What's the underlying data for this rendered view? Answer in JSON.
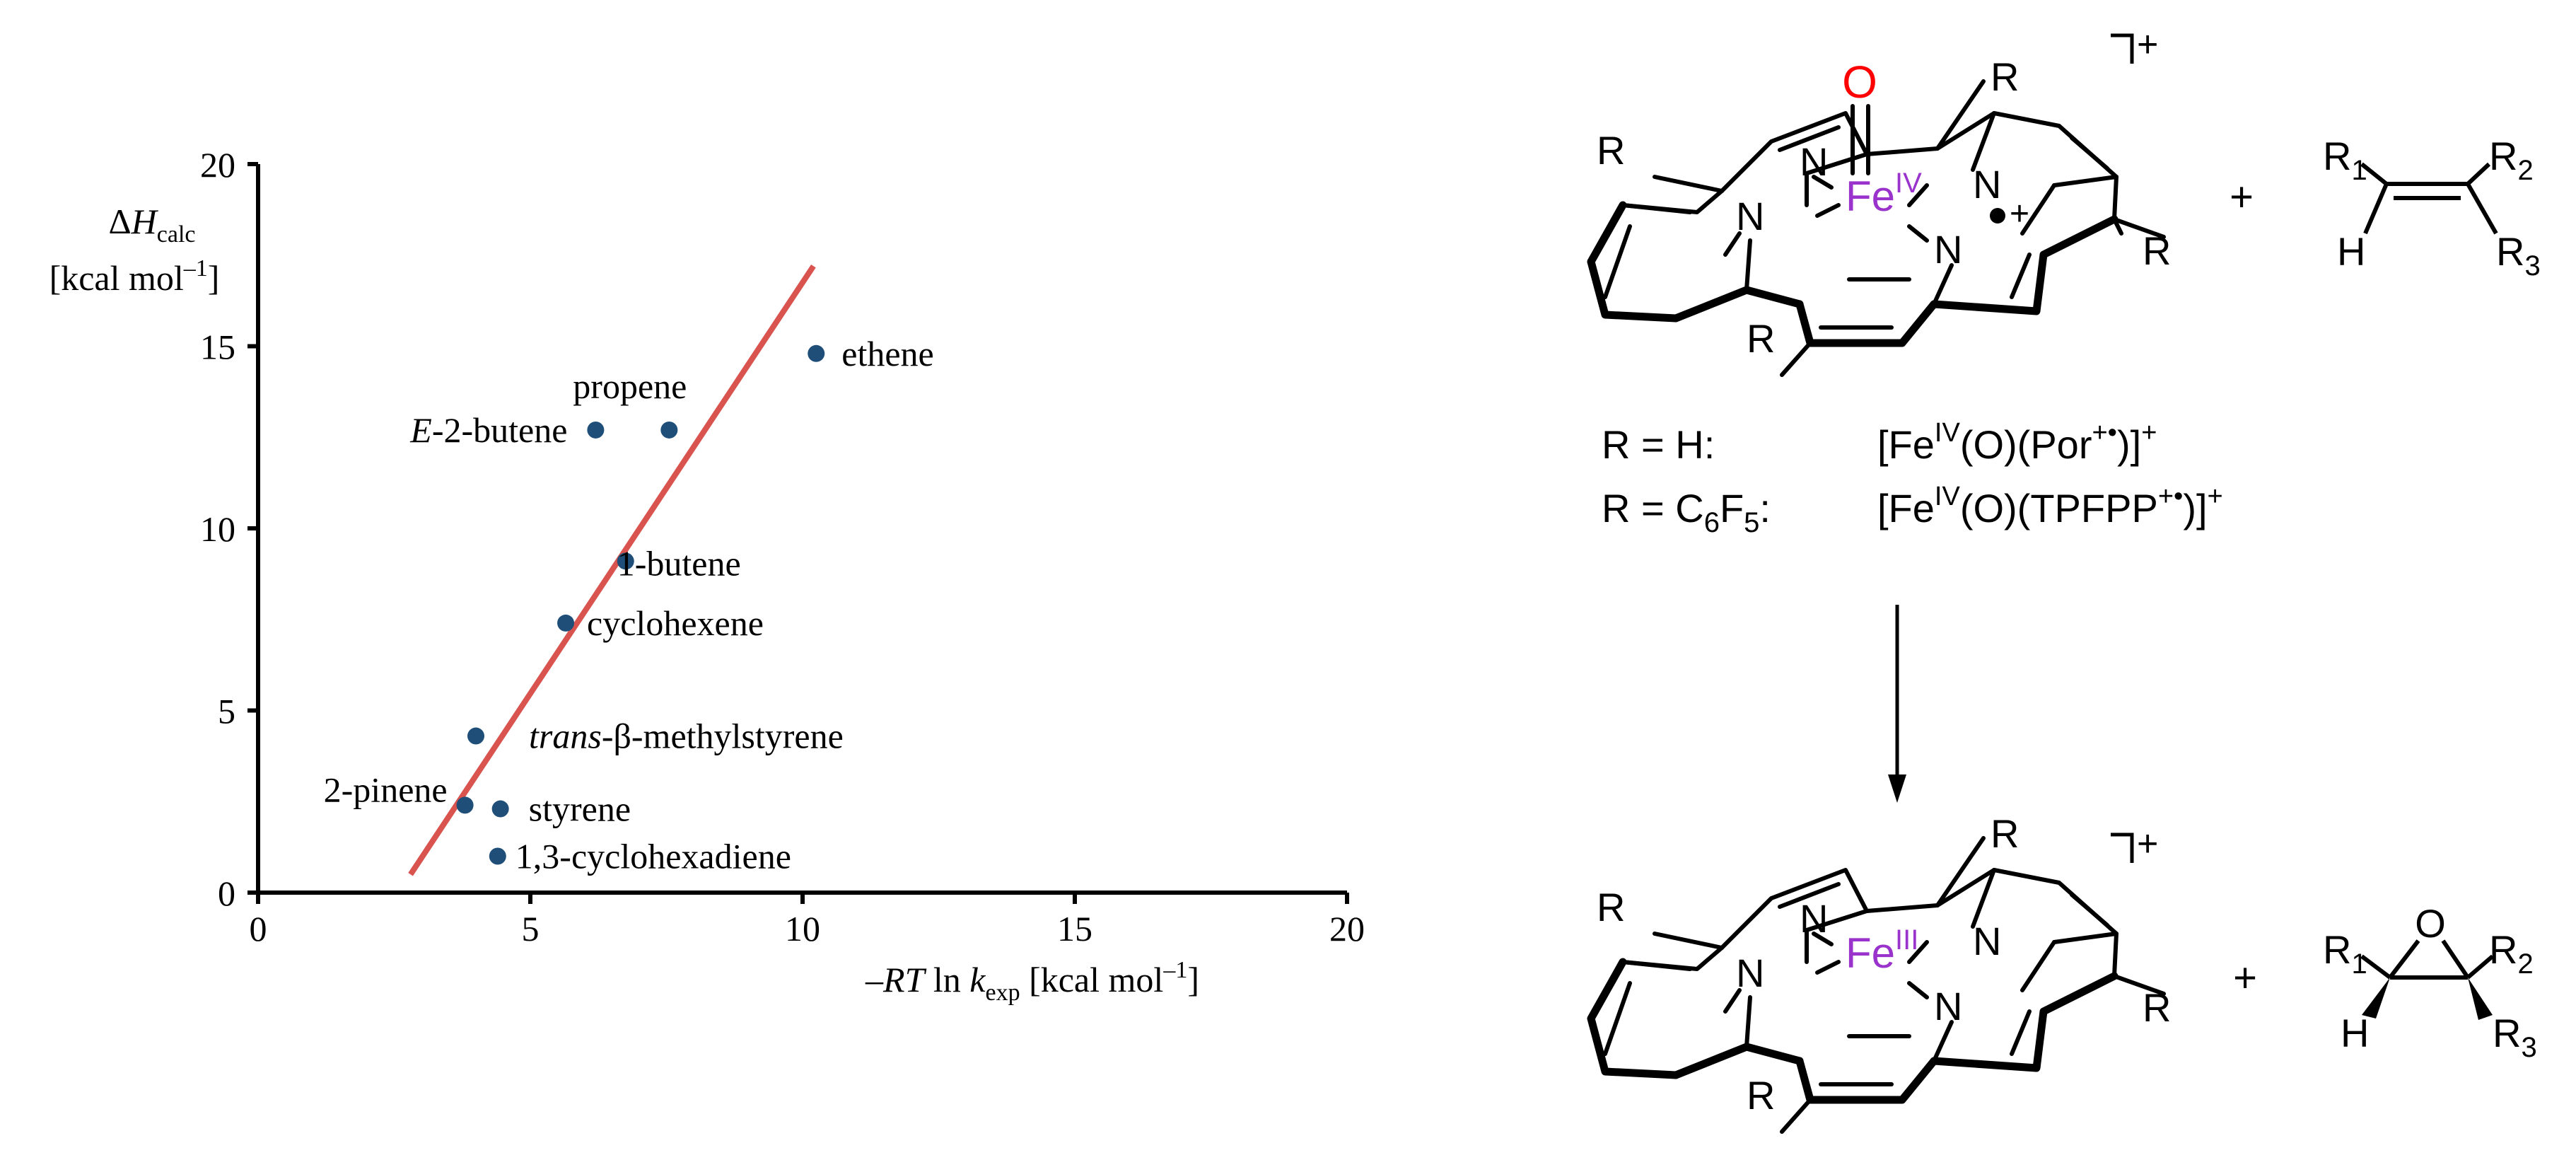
{
  "chart_data": {
    "type": "scatter",
    "title": "",
    "xlabel": {
      "prefix": "–",
      "italic1": "RT",
      "mid": " ln ",
      "italic2": "k",
      "sub": "exp",
      "suffix": " [kcal mol",
      "sup": "–1",
      "end": "]"
    },
    "ylabel": {
      "delta": "Δ",
      "italic": "H",
      "sub": "calc",
      "line2_prefix": "[kcal mol",
      "line2_sup": "–1",
      "line2_end": "]"
    },
    "xlim": [
      0,
      20
    ],
    "ylim": [
      0,
      20
    ],
    "xticks": [
      "0",
      "5",
      "10",
      "15",
      "20"
    ],
    "yticks": [
      "0",
      "5",
      "10",
      "15",
      "20"
    ],
    "grid": false,
    "marker_color": "#1f4e79",
    "fit_line_color": "#d9534f",
    "fit_line": {
      "x": [
        2.8,
        10.2
      ],
      "y": [
        0.5,
        17.2
      ]
    },
    "points": [
      {
        "name": "ethene",
        "x": 10.25,
        "y": 14.8
      },
      {
        "name": "propene",
        "x": 7.55,
        "y": 12.7
      },
      {
        "name": "E-2-butene",
        "name_italic_prefix": "E",
        "name_rest": "-2-butene",
        "x": 6.2,
        "y": 12.7
      },
      {
        "name": "1-butene",
        "x": 6.75,
        "y": 9.1
      },
      {
        "name": "cyclohexene",
        "x": 5.65,
        "y": 7.4
      },
      {
        "name": "trans-β-methylstyrene",
        "name_italic_prefix": "trans",
        "name_rest": "-β-methylstyrene",
        "x": 4.0,
        "y": 4.3
      },
      {
        "name": "2-pinene",
        "x": 3.8,
        "y": 2.4
      },
      {
        "name": "styrene",
        "x": 4.45,
        "y": 2.3
      },
      {
        "name": "1,3-cyclohexadiene",
        "x": 4.4,
        "y": 1.0
      }
    ]
  },
  "scheme": {
    "atom_O": "O",
    "atom_N": "N",
    "atom_Fe": "Fe",
    "fe_ox_top": "IV",
    "fe_ox_bottom": "III",
    "R": "R",
    "radical_cation": "+",
    "bracket_charge": "+",
    "plus": "+",
    "alkene": {
      "R1_main": "R",
      "R1_sub": "1",
      "R2_main": "R",
      "R2_sub": "2",
      "R3_main": "R",
      "R3_sub": "3",
      "H": "H"
    },
    "epoxide": {
      "O": "O",
      "R1_main": "R",
      "R1_sub": "1",
      "R2_main": "R",
      "R2_sub": "2",
      "R3_main": "R",
      "R3_sub": "3",
      "H": "H"
    },
    "def1": {
      "label": "R = H:",
      "formula_a": "[Fe",
      "formula_sup1": "IV",
      "formula_b": "(O)(Por",
      "formula_sup2": "+•",
      "formula_c": ")]",
      "formula_sup3": "+"
    },
    "def2": {
      "label_a": "R = C",
      "label_sub1": "6",
      "label_b": "F",
      "label_sub2": "5",
      "label_c": ":",
      "formula_a": "[Fe",
      "formula_sup1": "IV",
      "formula_b": "(O)(TPFPP",
      "formula_sup2": "+•",
      "formula_c": ")]",
      "formula_sup3": "+"
    },
    "colors": {
      "oxygen": "#ff0000",
      "iron": "#9933cc",
      "bonds": "#000000"
    }
  }
}
